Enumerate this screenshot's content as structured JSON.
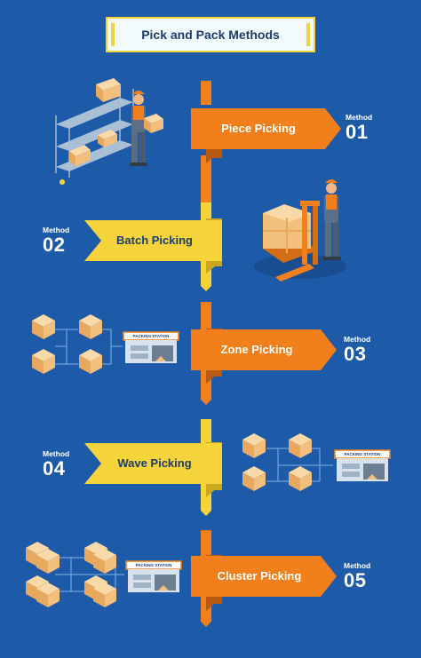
{
  "title": "Pick and Pack Methods",
  "colors": {
    "background": "#1d5aa8",
    "orange": "#f07f1c",
    "orange_dark": "#b95a12",
    "yellow": "#f5d33a",
    "yellow_dark": "#c9a81f",
    "box": "#f7c98a"
  },
  "methods": [
    {
      "label": "Method",
      "number": "01",
      "name": "Piece Picking",
      "side": "right",
      "color": "orange"
    },
    {
      "label": "Method",
      "number": "02",
      "name": "Batch Picking",
      "side": "left",
      "color": "yellow"
    },
    {
      "label": "Method",
      "number": "03",
      "name": "Zone Picking",
      "side": "right",
      "color": "orange"
    },
    {
      "label": "Method",
      "number": "04",
      "name": "Wave Picking",
      "side": "left",
      "color": "yellow"
    },
    {
      "label": "Method",
      "number": "05",
      "name": "Cluster Picking",
      "side": "right",
      "color": "orange"
    }
  ],
  "packing_station_label": "PACKING STATION"
}
